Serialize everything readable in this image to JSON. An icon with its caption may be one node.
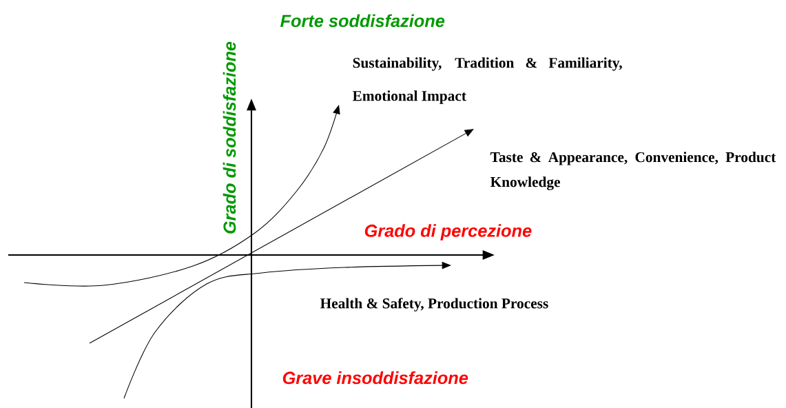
{
  "diagram": {
    "labels": [
      "Forte soddisfazione",
      "Grado di soddisfazione",
      "Sustainability, Tradition & Familiarity, Emotional Impact",
      "Taste & Appearance, Convenience, Product Knowledge",
      "Grado di percezione",
      "Health & Safety, Production Process",
      "Grave insoddisfazione"
    ]
  }
}
